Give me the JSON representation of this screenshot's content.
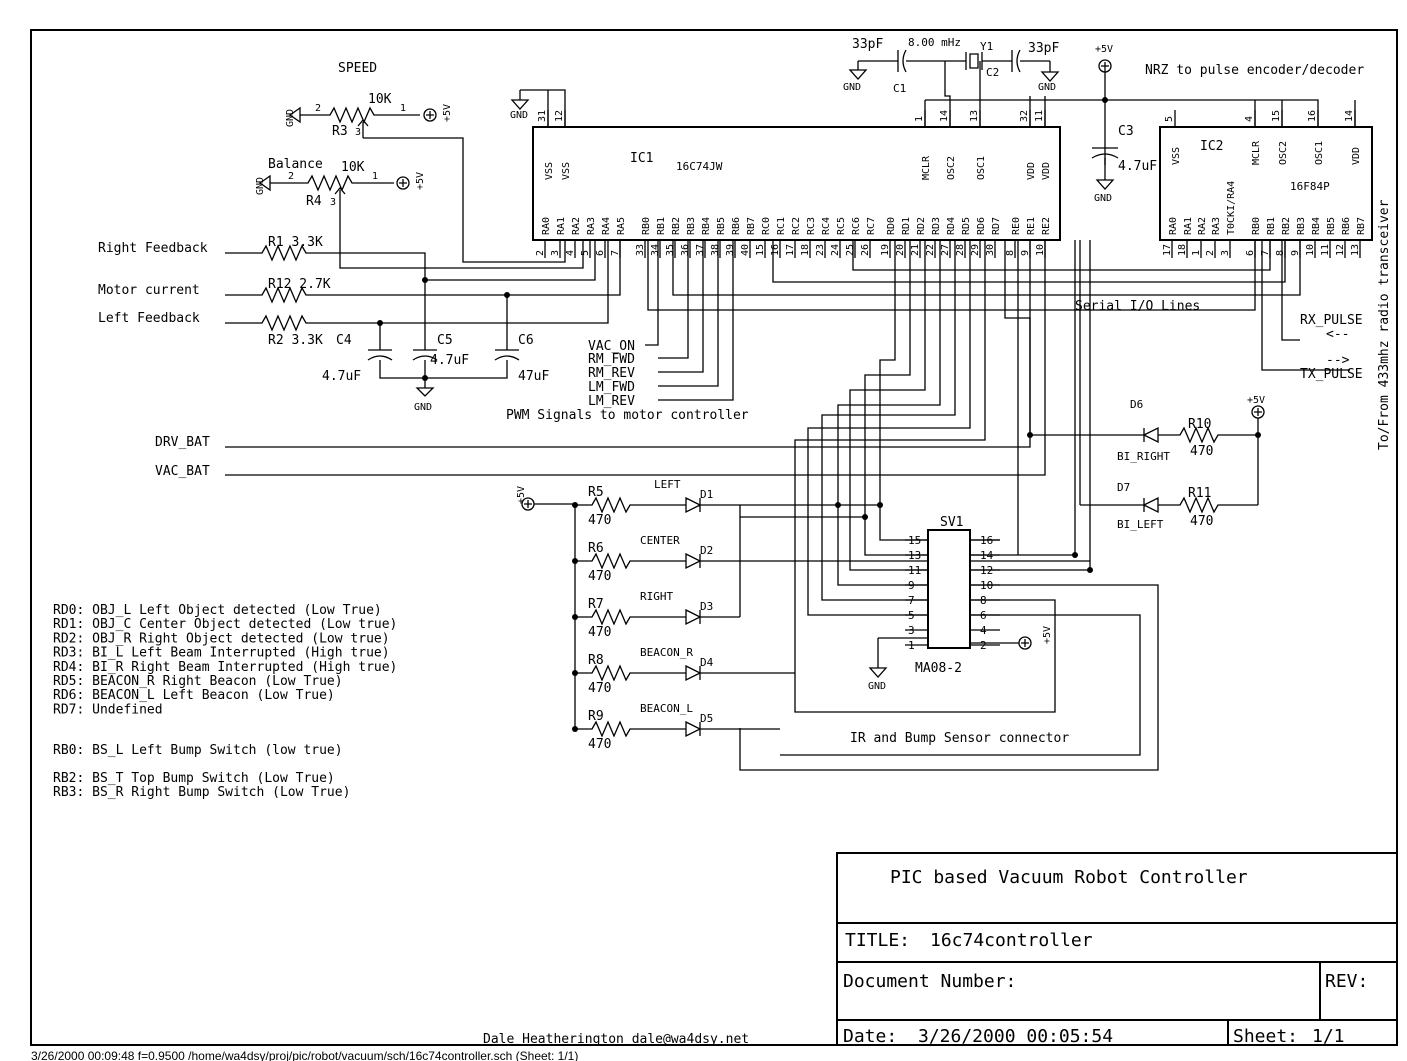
{
  "title_block": {
    "description": "PIC based Vacuum Robot Controller",
    "title_label": "TITLE:",
    "title_value": "16c74controller",
    "doc_number_label": "Document Number:",
    "rev_label": "REV:",
    "date_label": "Date:",
    "date_value": "3/26/2000 00:05:54",
    "sheet_label": "Sheet:",
    "sheet_value": "1/1"
  },
  "author": "Dale Heatherington dale@wa4dsy.net",
  "footer": "3/26/2000 00:09:48  f=0.9500  /home/wa4dsy/proj/pic/robot/vacuum/sch/16c74controller.sch (Sheet: 1/1)",
  "ic1": {
    "ref": "IC1",
    "part": "16C74JW",
    "top_pins": [
      "VSS",
      "VSS",
      "MCLR",
      "OSC2",
      "OSC1",
      "VDD",
      "VDD"
    ],
    "top_pin_numbers": [
      "31",
      "12",
      "1",
      "14",
      "13",
      "32",
      "11"
    ],
    "bottom_pins": [
      "RA0",
      "RA1",
      "RA2",
      "RA3",
      "RA4",
      "RA5",
      "RB0",
      "RB1",
      "RB2",
      "RB3",
      "RB4",
      "RB5",
      "RB6",
      "RB7",
      "RC0",
      "RC1",
      "RC2",
      "RC3",
      "RC4",
      "RC5",
      "RC6",
      "RC7",
      "RD0",
      "RD1",
      "RD2",
      "RD3",
      "RD4",
      "RD5",
      "RD6",
      "RD7",
      "RE0",
      "RE1",
      "RE2"
    ],
    "bottom_pin_numbers": [
      "2",
      "3",
      "4",
      "5",
      "6",
      "7",
      "33",
      "34",
      "35",
      "36",
      "37",
      "38",
      "39",
      "40",
      "15",
      "16",
      "17",
      "18",
      "23",
      "24",
      "25",
      "26",
      "19",
      "20",
      "21",
      "22",
      "27",
      "28",
      "29",
      "30",
      "8",
      "9",
      "10"
    ]
  },
  "ic2": {
    "ref": "IC2",
    "part": "16F84P",
    "top_pins": [
      "VSS",
      "MCLR",
      "OSC2",
      "OSC1",
      "VDD"
    ],
    "top_pin_numbers": [
      "5",
      "4",
      "15",
      "16",
      "14"
    ],
    "bottom_pins": [
      "RA0",
      "RA1",
      "RA2",
      "RA3",
      "T0CKI/RA4",
      "RB0",
      "RB1",
      "RB2",
      "RB3",
      "RB4",
      "RB5",
      "RB6",
      "RB7"
    ],
    "bottom_pin_numbers": [
      "17",
      "18",
      "1",
      "2",
      "3",
      "6",
      "7",
      "8",
      "9",
      "10",
      "11",
      "12",
      "13"
    ]
  },
  "crystal": {
    "c1_value": "33pF",
    "c1_ref": "C1",
    "freq": "8.00 mHz",
    "ref": "Y1",
    "c2_value": "33pF",
    "c2_ref": "C2"
  },
  "c3": {
    "ref": "C3",
    "value": "4.7uF"
  },
  "power": {
    "vcc": "+5V",
    "gnd": "GND"
  },
  "pots": {
    "speed_title": "SPEED",
    "r3_ref": "R3",
    "r3_value": "10K",
    "balance_title": "Balance",
    "r4_ref": "R4",
    "r4_value": "10K",
    "pin1": "1",
    "pin2": "2",
    "pin3": "3"
  },
  "feedback": {
    "right_feedback": "Right Feedback",
    "motor_current": "Motor current",
    "left_feedback": "Left Feedback",
    "r1": "R1  3.3K",
    "r12": "R12  2.7K",
    "r2": "R2  3.3K",
    "c4_ref": "C4",
    "c4_value": "4.7uF",
    "c5_ref": "C5",
    "c5_value": "4.7uF",
    "c6_ref": "C6",
    "c6_value": "47uF"
  },
  "motor_signals": [
    "VAC_ON",
    "RM_FWD",
    "RM_REV",
    "LM_FWD",
    "LM_REV"
  ],
  "motor_signals_caption": "PWM Signals to motor controller",
  "batteries": [
    "DRV_BAT",
    "VAC_BAT"
  ],
  "serial_label": "Serial I/O Lines",
  "nrz_label": "NRZ to pulse encoder/decoder",
  "radio_label": "To/From 433mhz radio transceiver",
  "rx_pulse": "RX_PULSE",
  "rx_arrow": "<--",
  "tx_pulse": "TX_PULSE",
  "tx_arrow": "-->",
  "beam_leds": [
    {
      "ref": "D6",
      "name": "BI_RIGHT",
      "r_ref": "R10",
      "r_value": "470"
    },
    {
      "ref": "D7",
      "name": "BI_LEFT",
      "r_ref": "R11",
      "r_value": "470"
    }
  ],
  "status_leds": [
    {
      "r_ref": "R5",
      "r_value": "470",
      "label": "LEFT",
      "d_ref": "D1"
    },
    {
      "r_ref": "R6",
      "r_value": "470",
      "label": "CENTER",
      "d_ref": "D2"
    },
    {
      "r_ref": "R7",
      "r_value": "470",
      "label": "RIGHT",
      "d_ref": "D3"
    },
    {
      "r_ref": "R8",
      "r_value": "470",
      "label": "BEACON_R",
      "d_ref": "D4"
    },
    {
      "r_ref": "R9",
      "r_value": "470",
      "label": "BEACON_L",
      "d_ref": "D5"
    }
  ],
  "connector": {
    "ref": "SV1",
    "part": "MA08-2",
    "left_pins": [
      "15",
      "13",
      "11",
      "9",
      "7",
      "5",
      "3",
      "1"
    ],
    "right_pins": [
      "16",
      "14",
      "12",
      "10",
      "8",
      "6",
      "4",
      "2"
    ],
    "caption": "IR and Bump Sensor connector"
  },
  "notes": [
    "RD0: OBJ_L Left Object detected (Low True)",
    "RD1: OBJ_C Center Object detected (Low true)",
    "RD2: OBJ_R Right Object detected (Low true)",
    "RD3: BI_L  Left Beam Interrupted (High true)",
    "RD4: BI_R  Right Beam Interrupted (High true)",
    "RD5: BEACON_R  Right Beacon (Low True)",
    "RD6: BEACON_L  Left Beacon (Low True)",
    "RD7: Undefined"
  ],
  "notes_rb": [
    "RB0: BS_L  Left Bump Switch (low true)",
    "RB2: BS_T  Top Bump Switch (Low True)",
    "RB3: BS_R  Right Bump Switch (Low True)"
  ]
}
